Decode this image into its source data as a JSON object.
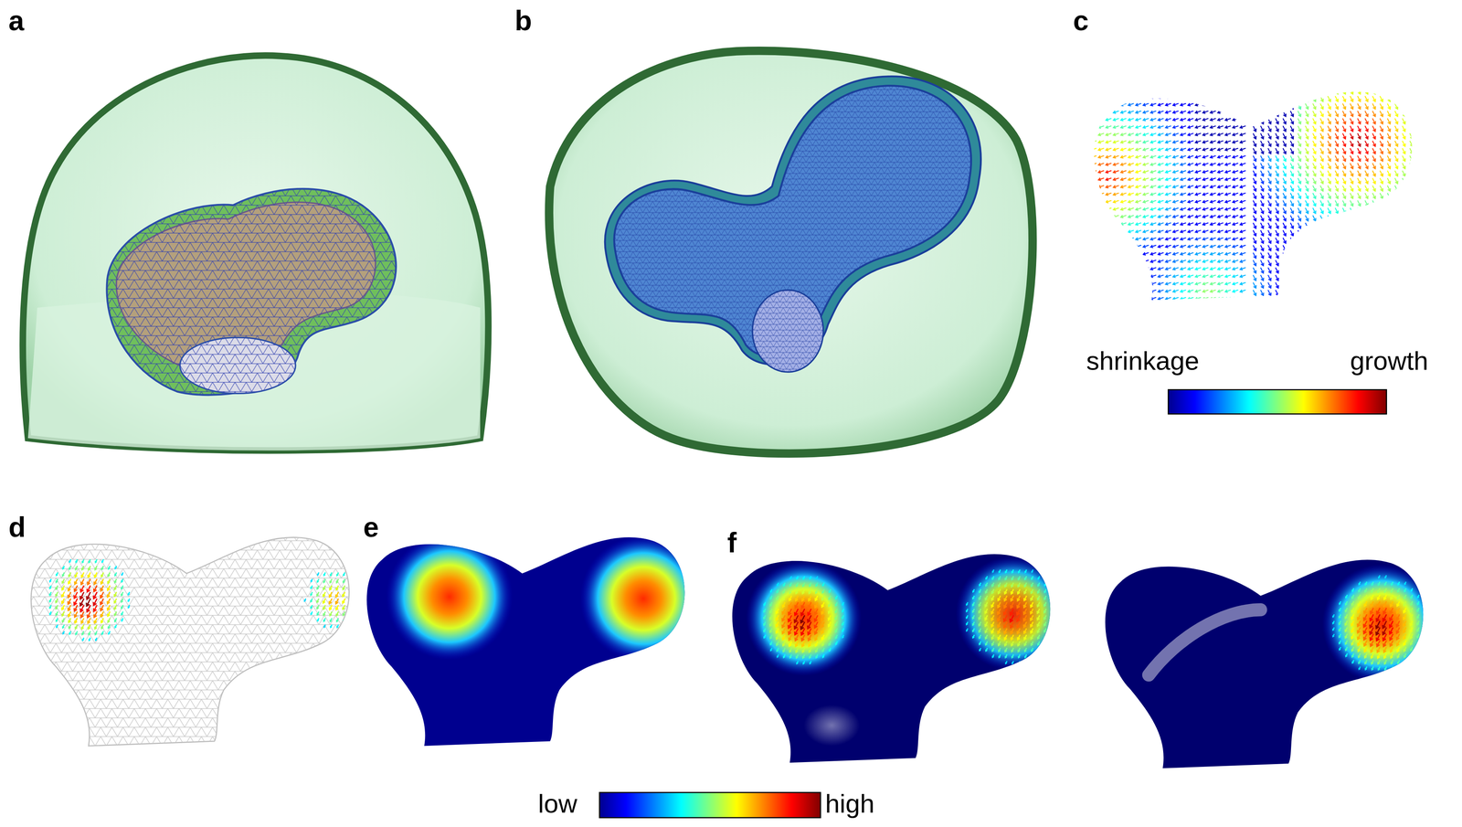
{
  "diagram": {
    "labels": [
      "a",
      "b",
      "c",
      "shrinkage",
      "growth",
      "d",
      "e",
      "f",
      "low",
      "high"
    ]
  }
}
